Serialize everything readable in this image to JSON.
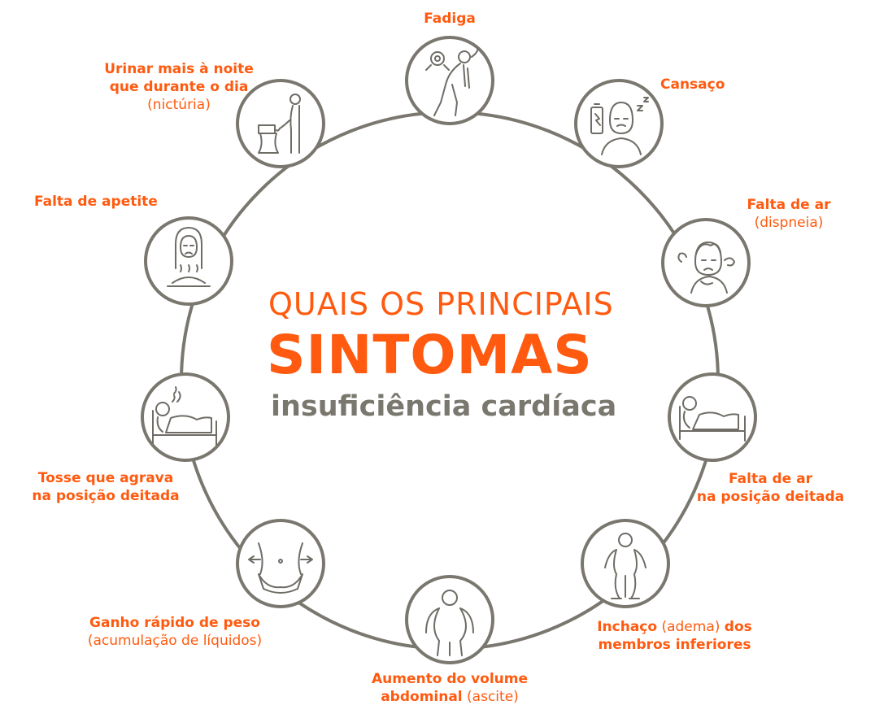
{
  "colors": {
    "accent": "#ff5a0f",
    "ring": "#7a776f",
    "icon": "#6f6c66"
  },
  "title": {
    "line1": "QUAIS OS PRINCIPAIS",
    "line2": "SINTOMAS",
    "line3": "insuficiência cardíaca"
  },
  "symptoms": [
    {
      "icon": "fatigue-windup-person-icon",
      "bold1": "Fadiga"
    },
    {
      "icon": "tired-person-battery-icon",
      "bold1": "Cansaço"
    },
    {
      "icon": "breathless-person-icon",
      "bold1": "Falta de ar",
      "thin": "(dispneia)"
    },
    {
      "icon": "lying-person-bed-icon",
      "bold1": "Falta de ar",
      "bold2": "na posição deitada"
    },
    {
      "icon": "swollen-body-icon",
      "bold1": "Inchaço",
      "thin": "(adema)",
      "bold1b": "dos",
      "bold2": "membros inferiores"
    },
    {
      "icon": "large-abdomen-person-icon",
      "bold1": "Aumento do volume",
      "bold2": "abdominal",
      "thin": "(ascite)"
    },
    {
      "icon": "waist-expanding-icon",
      "bold1": "Ganho rápido de peso",
      "thin": "(acumulação de líquidos)"
    },
    {
      "icon": "coughing-person-bed-icon",
      "bold1": "Tosse que agrava",
      "bold2": "na posição deitada"
    },
    {
      "icon": "sad-person-food-plate-icon",
      "bold1": "Falta de apetite"
    },
    {
      "icon": "person-toilet-icon",
      "bold1": "Urinar mais à noite",
      "bold2": "que durante o dia",
      "thin": "(nictúria)"
    }
  ]
}
